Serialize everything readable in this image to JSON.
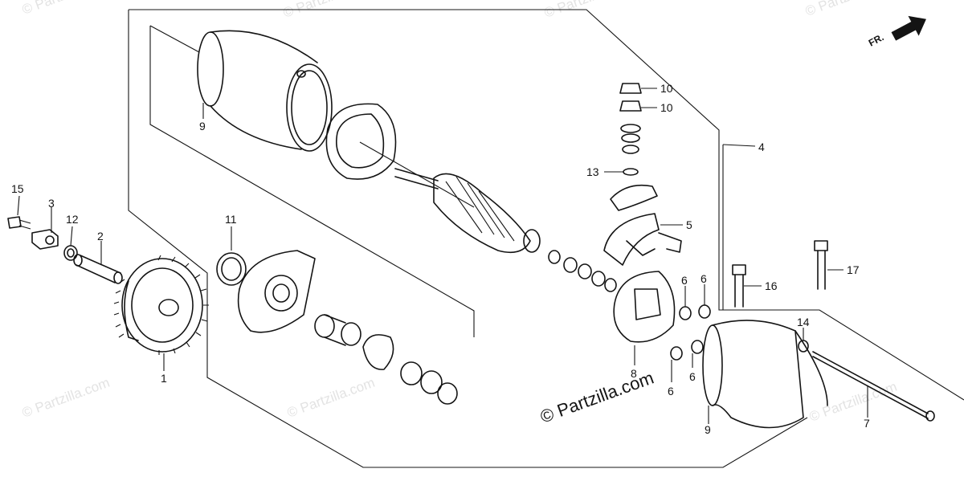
{
  "copyright": "© Partzilla.com",
  "watermark_text": "© Partzilla.com",
  "direction_label": "FR.",
  "callouts": [
    "1",
    "2",
    "3",
    "4",
    "5",
    "6",
    "6",
    "6",
    "6",
    "7",
    "8",
    "9",
    "9",
    "10",
    "10",
    "11",
    "12",
    "13",
    "14",
    "15",
    "16",
    "17"
  ],
  "colors": {
    "ink": "#141414",
    "watermark": "#e3e3e3",
    "background": "#ffffff"
  },
  "icons": [
    "front-direction-arrow-icon"
  ]
}
